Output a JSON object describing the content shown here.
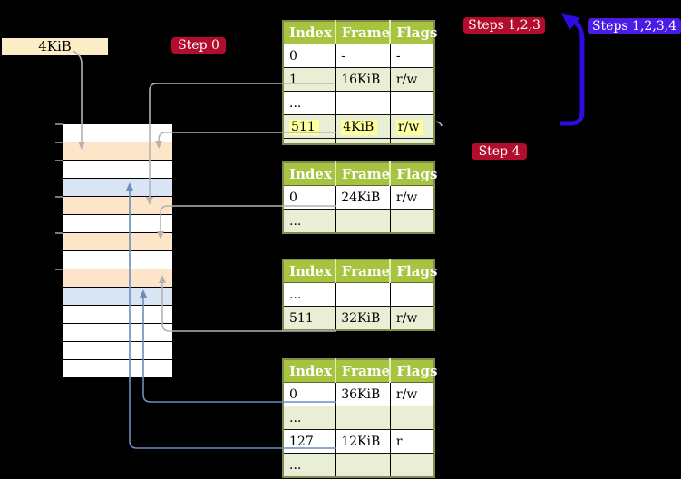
{
  "diagram": "page table translation steps",
  "frame_size_label": "4KiB",
  "badges": {
    "step0": "Step 0",
    "steps123": "Steps 1,2,3",
    "steps1234": "Steps 1,2,3,4",
    "step4": "Step 4"
  },
  "table_headers": [
    "Index",
    "Frame",
    "Flags"
  ],
  "page_tables": [
    {
      "name": "table-1",
      "rows": [
        [
          "0",
          "-",
          "-"
        ],
        [
          "1",
          "16KiB",
          "r/w"
        ],
        [
          "...",
          "",
          ""
        ],
        [
          "511",
          "4KiB",
          "r/w"
        ]
      ],
      "highlighted_row": "511"
    },
    {
      "name": "table-2",
      "rows": [
        [
          "0",
          "24KiB",
          "r/w"
        ],
        [
          "...",
          "",
          ""
        ]
      ]
    },
    {
      "name": "table-3",
      "rows": [
        [
          "...",
          "",
          ""
        ],
        [
          "511",
          "32KiB",
          "r/w"
        ]
      ]
    },
    {
      "name": "table-4",
      "rows": [
        [
          "0",
          "36KiB",
          "r/w"
        ],
        [
          "...",
          "",
          ""
        ],
        [
          "127",
          "12KiB",
          "r"
        ],
        [
          "...",
          "",
          ""
        ]
      ]
    }
  ],
  "physical_memory": {
    "row_colors": [
      "white",
      "orange",
      "white",
      "blue",
      "orange",
      "white",
      "orange",
      "white",
      "orange",
      "blue",
      "white",
      "white",
      "white",
      "white"
    ],
    "tick_count": 6
  },
  "connections": [
    {
      "from": "4KiB-label",
      "to": "memory-row-2",
      "color": "gray"
    },
    {
      "from": "table-1 row 1 (16KiB)",
      "to": "memory-row-5",
      "color": "gray"
    },
    {
      "from": "table-1 row 511 (4KiB)",
      "to": "memory-row-2",
      "color": "gray"
    },
    {
      "from": "table-2 row 0 (24KiB)",
      "to": "memory-row-7",
      "color": "gray"
    },
    {
      "from": "table-3 row 511 (32KiB)",
      "to": "memory-row-9",
      "color": "gray"
    },
    {
      "from": "table-4 row 0 (36KiB)",
      "to": "memory-row-10",
      "color": "steel-blue"
    },
    {
      "from": "table-4 row 127 (12KiB)",
      "to": "memory-row-4",
      "color": "steel-blue"
    },
    {
      "from": "steps-1234-bracket-arrow",
      "to": "table-1",
      "color": "blue"
    }
  ],
  "colors": {
    "background": "#000000",
    "badge_red": "#b30d2e",
    "badge_blue": "#4a1ce4",
    "bracket_arrow_blue": "#2c0ce0",
    "table_header_green": "#a6c43f",
    "table_row_green": "#e9efd5",
    "table_border_olive": "#7f8c4a",
    "highlight_yellow": "#feff9e",
    "frame_label_cream": "#fbeec6",
    "memory_orange": "#fce5c8",
    "memory_blue": "#d9e5f5",
    "arrow_gray": "#b3b3b3",
    "arrow_steel_blue": "#6c8ebf"
  }
}
